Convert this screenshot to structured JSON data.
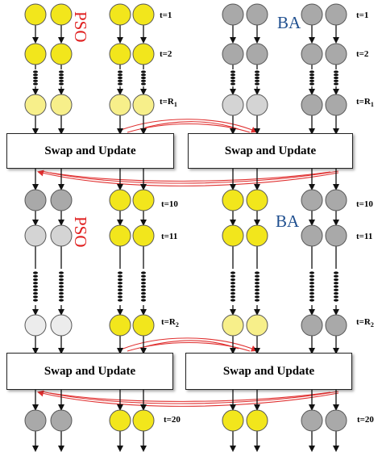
{
  "colors": {
    "pso": "#f2e61c",
    "ba": "#a9a9a9",
    "pso_fade": "#f7ef8a",
    "gray_light": "#d4d4d4",
    "gray_pale": "#ececec",
    "arrow": "#111111",
    "exchange": "#e03030",
    "pso_label": "#e02020",
    "ba_label": "#1f4f8f"
  },
  "algorithms": {
    "pso": "PSO",
    "ba": "BA"
  },
  "boxes": {
    "top_left": "Swap and Update",
    "top_right": "Swap and Update",
    "bottom_left": "Swap and Update",
    "bottom_right": "Swap and Update"
  },
  "time_labels": {
    "t1": "t=1",
    "t2": "t=2",
    "r1_prefix": "t=R",
    "r1_sub": "1",
    "t10": "t=10",
    "t11": "t=11",
    "r2_prefix": "t=R",
    "r2_sub": "2",
    "t20": "t=20"
  },
  "icons": {
    "ellipsis": "vertical-dots-icon",
    "arrow": "down-arrow-icon",
    "exchange": "curved-arrow-icon"
  }
}
